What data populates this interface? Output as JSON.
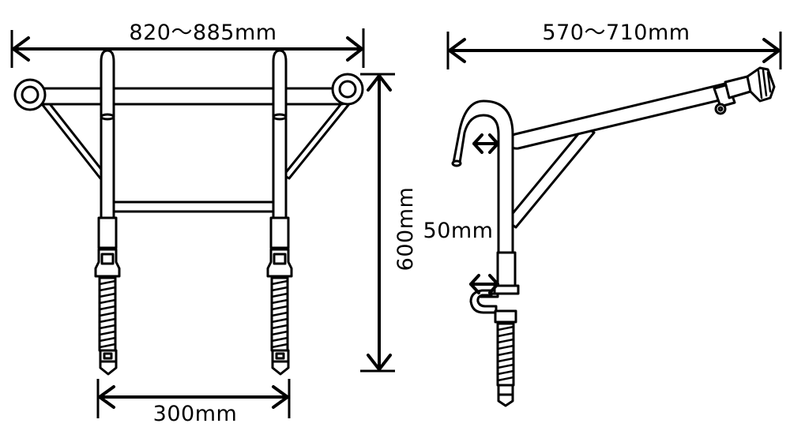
{
  "dimensions": {
    "overall_width": "820～885mm",
    "height": "600mm",
    "base_width": "300mm",
    "arm_reach": "570～710mm",
    "hook_gap": "50mm"
  },
  "colors": {
    "ink": "#000000",
    "background": "#ffffff"
  }
}
